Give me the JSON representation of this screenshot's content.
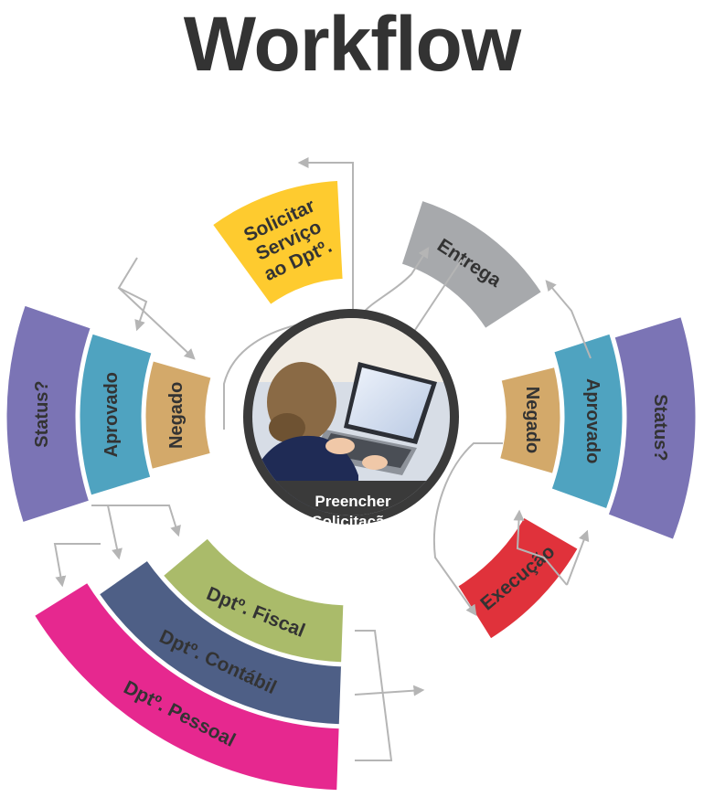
{
  "title": "Workflow",
  "center": {
    "label_line1": "Preencher",
    "label_line2": "Solicitação",
    "image_description": "woman-typing-on-laptop"
  },
  "segments": {
    "solicitar": {
      "lines": [
        "Solicitar",
        "Serviço",
        "ao Dptº."
      ],
      "color": "#FECB2F"
    },
    "entrega": {
      "label": "Entrega",
      "color": "#A7A9AC"
    },
    "status_left": {
      "label": "Status?",
      "color": "#7B74B5"
    },
    "aprovado_left": {
      "label": "Aprovado",
      "color": "#4FA3C0"
    },
    "negado_left": {
      "label": "Negado",
      "color": "#D3A96A"
    },
    "status_right": {
      "label": "Status?",
      "color": "#7B74B5"
    },
    "aprovado_right": {
      "label": "Aprovado",
      "color": "#4FA3C0"
    },
    "negado_right": {
      "label": "Negado",
      "color": "#D3A96A"
    },
    "fiscal": {
      "label": "Dptº. Fiscal",
      "color": "#AABB6A"
    },
    "contabil": {
      "label": "Dptº. Contábil",
      "color": "#4E5F86"
    },
    "pessoal": {
      "label": "Dptº. Pessoal",
      "color": "#E6288F"
    },
    "execucao": {
      "label": "Execução",
      "color": "#E0323B"
    }
  },
  "colors": {
    "connector": "#B5B5B5",
    "center_disc": "#3A3A3A",
    "title": "#333333"
  }
}
